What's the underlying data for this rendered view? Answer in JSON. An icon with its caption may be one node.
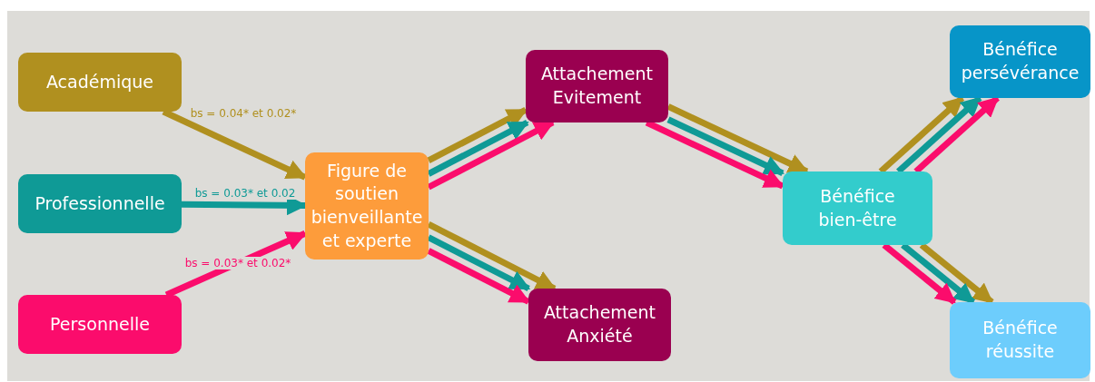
{
  "diagram": {
    "nodes": [
      {
        "text": [
          "Académique"
        ]
      },
      {
        "text": [
          "Professionnelle"
        ]
      },
      {
        "text": [
          "Personnelle"
        ]
      },
      {
        "text": [
          "Figure de soutien bienveillante et experte"
        ]
      },
      {
        "text": [
          "Attachement Evitement"
        ]
      },
      {
        "text": [
          "Attachement Anxiété"
        ]
      },
      {
        "text": [
          "Bénéfice bien-être"
        ]
      },
      {
        "text": [
          "Bénéfice persévérance"
        ]
      },
      {
        "text": [
          "Bénéfice réussite"
        ]
      }
    ],
    "edges": [
      {
        "from": 0,
        "to": 3,
        "arrow": "to",
        "color": "#b0901f",
        "label": "bs = 0.04* et 0.02*"
      },
      {
        "from": 1,
        "to": 3,
        "arrow": "to",
        "color": "#0f9a96",
        "label": "bs = 0.03* et 0.02"
      },
      {
        "from": 2,
        "to": 3,
        "arrow": "to",
        "color": "#fb0c6c",
        "label": "bs = 0.03* et 0.02*"
      },
      {
        "from": 3,
        "to": 4,
        "arrow": "to",
        "color": "#b0901f"
      },
      {
        "from": 3,
        "to": 4,
        "arrow": "to",
        "color": "#0f9a96"
      },
      {
        "from": 3,
        "to": 4,
        "arrow": "to",
        "color": "#fb0c6c"
      },
      {
        "from": 3,
        "to": 5,
        "arrow": "to",
        "color": "#b0901f"
      },
      {
        "from": 3,
        "to": 5,
        "arrow": "to",
        "color": "#0f9a96"
      },
      {
        "from": 3,
        "to": 5,
        "arrow": "to",
        "color": "#fb0c6c"
      },
      {
        "from": 4,
        "to": 6,
        "arrow": "to",
        "color": "#b0901f"
      },
      {
        "from": 4,
        "to": 6,
        "arrow": "to",
        "color": "#0f9a96"
      },
      {
        "from": 4,
        "to": 6,
        "arrow": "to",
        "color": "#fb0c6c"
      },
      {
        "from": 6,
        "to": 7,
        "arrow": "to",
        "color": "#b0901f"
      },
      {
        "from": 6,
        "to": 7,
        "arrow": "to",
        "color": "#0f9a96"
      },
      {
        "from": 6,
        "to": 7,
        "arrow": "to",
        "color": "#fb0c6c"
      },
      {
        "from": 6,
        "to": 8,
        "arrow": "to",
        "color": "#b0901f"
      },
      {
        "from": 6,
        "to": 8,
        "arrow": "to",
        "color": "#0f9a96"
      },
      {
        "from": 6,
        "to": 8,
        "arrow": "to",
        "color": "#fb0c6c"
      }
    ]
  }
}
